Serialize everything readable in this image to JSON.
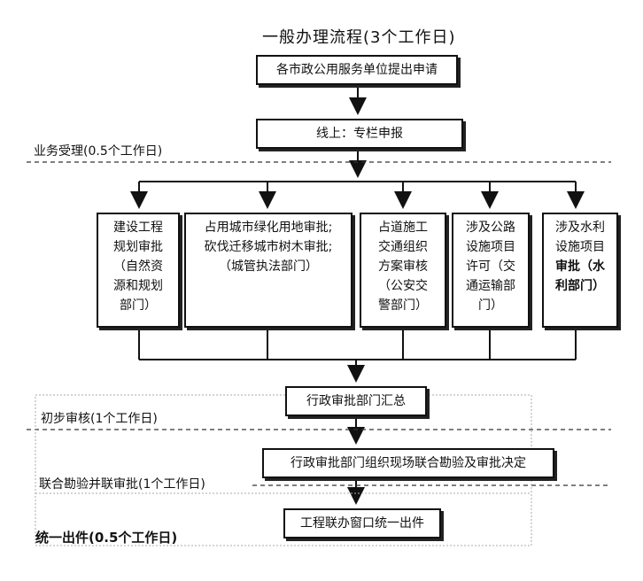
{
  "title": "一般办理流程(3个工作日)",
  "boxes": {
    "apply": "各市政公用服务单位提出申请",
    "online": "线上：专栏申报",
    "summary": "行政审批部门汇总",
    "joint": "行政审批部门组织现场联合勘验及审批决定",
    "issue": "工程联办窗口统一出件"
  },
  "phases": {
    "acceptance": "业务受理(0.5个工作日)",
    "preliminary": "初步审核(1个工作日)",
    "joint_review": "联合勘验并联审批(1个工作日)",
    "issue": "统一出件(0.5个工作日)"
  },
  "branches": [
    {
      "lines": [
        "建设工程",
        "规划审批",
        "（自然资",
        "源和规划",
        "部门）"
      ]
    },
    {
      "lines": [
        "占用城市绿化用地审批;",
        "砍伐迁移城市树木审批;",
        "（城管执法部门）"
      ]
    },
    {
      "lines": [
        "占道施工",
        "交通组织",
        "方案审核",
        "（公安交",
        "警部门）"
      ]
    },
    {
      "lines": [
        "涉及公路",
        "设施项目",
        "许可（交",
        "通运输部",
        "门）"
      ]
    },
    {
      "lines": [
        "涉及水利",
        "设施项目",
        "审批（水",
        "利部门）"
      ]
    }
  ]
}
